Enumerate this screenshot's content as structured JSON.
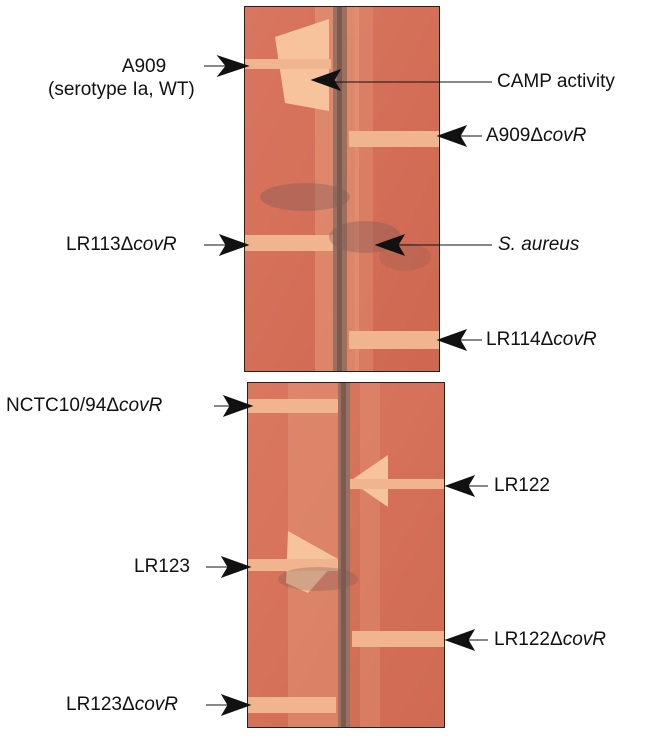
{
  "figure": {
    "colors": {
      "agar": "#d8725b",
      "agar_dark": "#c65c48",
      "streak": "#f0b48e",
      "hemolysis": "#f6c39c",
      "staph_streak": "#9a7060",
      "smudge": "#7a5a55"
    },
    "top_panel": {
      "labels": {
        "a909_line1": "A909",
        "a909_line2": "(serotype Ia, WT)",
        "camp": "CAMP activity",
        "a909_covr_prefix": "A909Δ",
        "a909_covr_gene": "covR",
        "lr113_prefix": "LR113Δ",
        "lr113_gene": "covR",
        "saureus": "S. aureus",
        "lr114_prefix": "LR114Δ",
        "lr114_gene": "covR"
      }
    },
    "bottom_panel": {
      "labels": {
        "nctc_prefix": "NCTC10/94Δ",
        "nctc_gene": "covR",
        "lr122": "LR122",
        "lr123": "LR123",
        "lr122_covr_prefix": "LR122Δ",
        "lr122_covr_gene": "covR",
        "lr123_covr_prefix": "LR123Δ",
        "lr123_covr_gene": "covR"
      }
    }
  }
}
